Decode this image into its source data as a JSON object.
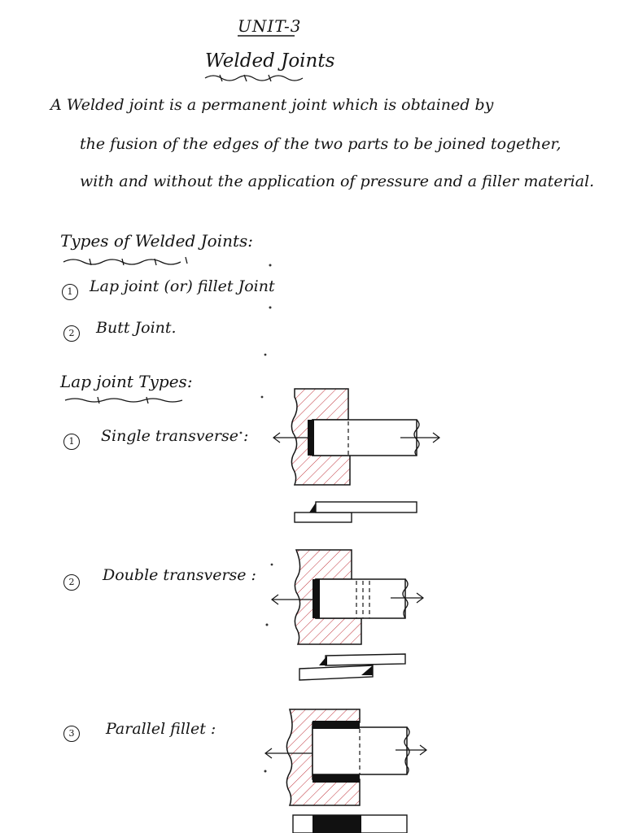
{
  "header": {
    "unit": "UNIT-3",
    "title": "Welded Joints"
  },
  "definition": {
    "line1": "A Welded joint is a permanent joint which is obtained by",
    "line2": "the fusion of the edges of the two parts to be joined together,",
    "line3": "with and without the application of pressure and a filler material."
  },
  "types_section": {
    "heading": "Types of Welded Joints:",
    "items": [
      {
        "num": "1",
        "label": "Lap joint (or) fillet Joint"
      },
      {
        "num": "2",
        "label": "Butt Joint."
      }
    ]
  },
  "lap_section": {
    "heading": "Lap joint Types:",
    "items": [
      {
        "num": "1",
        "label": "Single transverse :"
      },
      {
        "num": "2",
        "label": "Double transverse :"
      },
      {
        "num": "3",
        "label": "Parallel fillet :"
      }
    ]
  },
  "colors": {
    "ink": "#151515",
    "hatch": "#c0343c"
  }
}
